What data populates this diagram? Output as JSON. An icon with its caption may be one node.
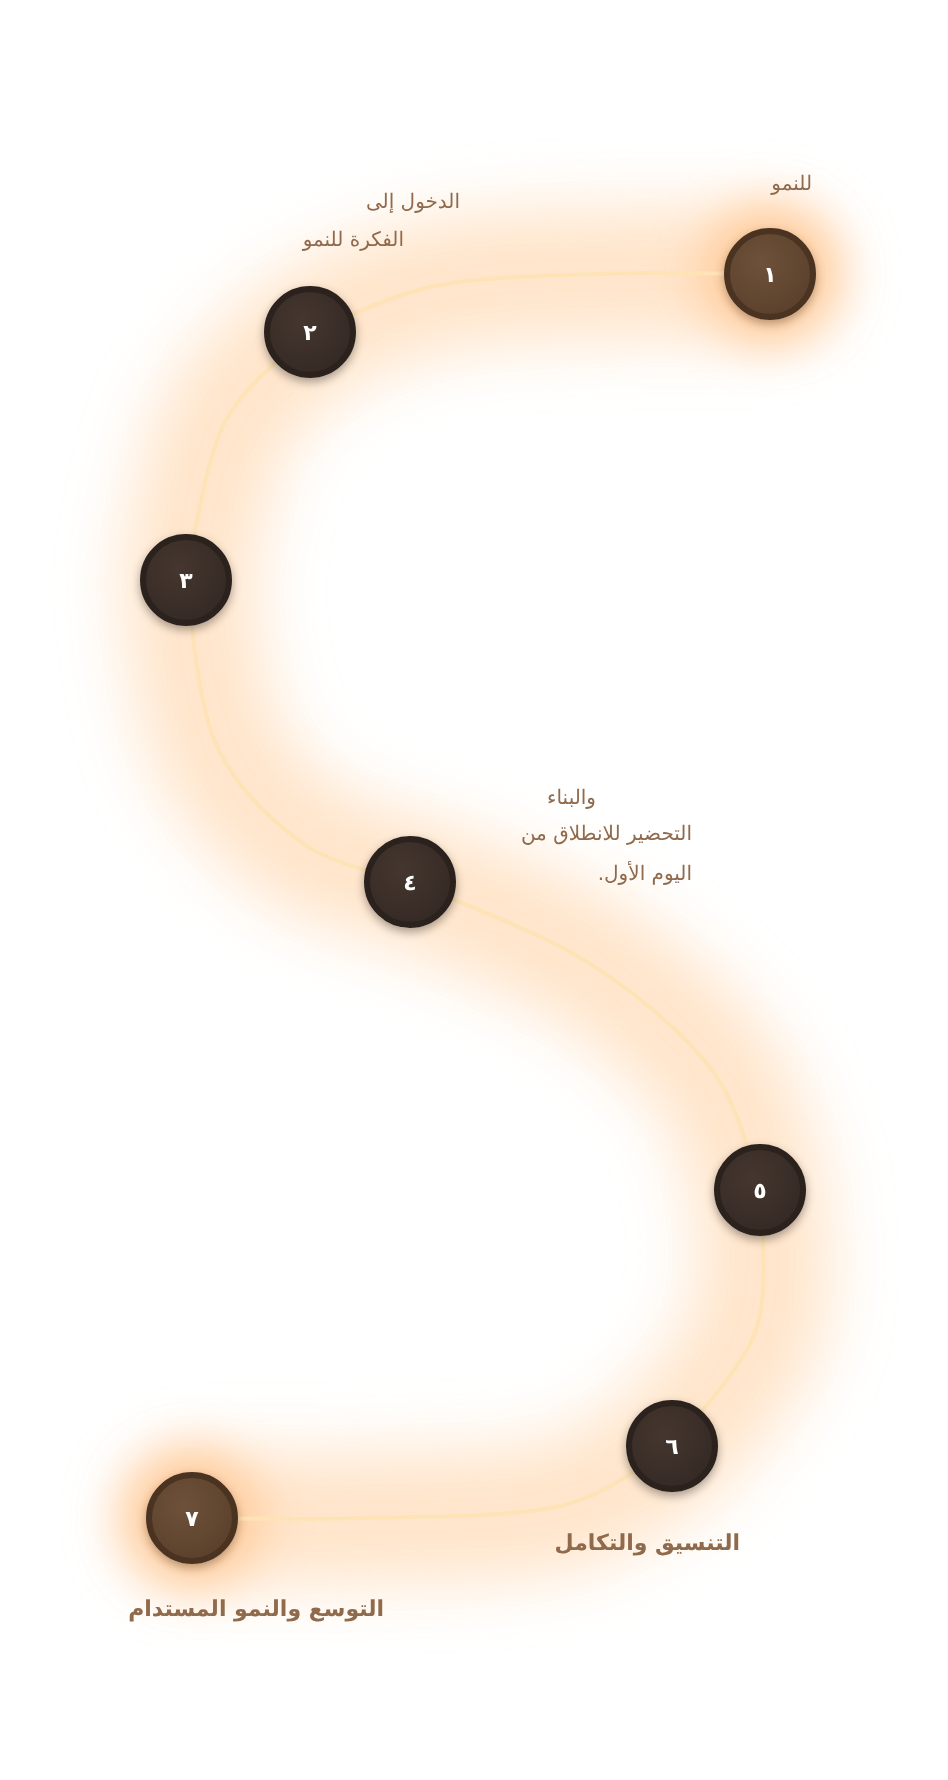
{
  "diagram": {
    "nodes": [
      {
        "text": [
          "١"
        ],
        "beside": [
          "للنمو"
        ]
      },
      {
        "text": [
          "٢"
        ],
        "beside": [
          "الدخول إلى",
          "الفكرة للنمو"
        ]
      },
      {
        "text": [
          "٣"
        ]
      },
      {
        "text": [
          "٤"
        ],
        "beside": [
          "والبناء",
          "التحضير للانطلاق من اليوم الأول."
        ]
      },
      {
        "text": [
          "٥"
        ]
      },
      {
        "text": [
          "٦"
        ],
        "beside": [
          "التنسيق والتكامل"
        ]
      },
      {
        "text": [
          "٧"
        ],
        "beside": [
          "التوسع والنمو المستدام"
        ]
      }
    ],
    "edges": [
      {
        "from": 0,
        "to": 1,
        "arrow": "none"
      },
      {
        "from": 1,
        "to": 2,
        "arrow": "none"
      },
      {
        "from": 2,
        "to": 3,
        "arrow": "none"
      },
      {
        "from": 3,
        "to": 4,
        "arrow": "none"
      },
      {
        "from": 4,
        "to": 5,
        "arrow": "none"
      },
      {
        "from": 5,
        "to": 6,
        "arrow": "none"
      }
    ]
  }
}
